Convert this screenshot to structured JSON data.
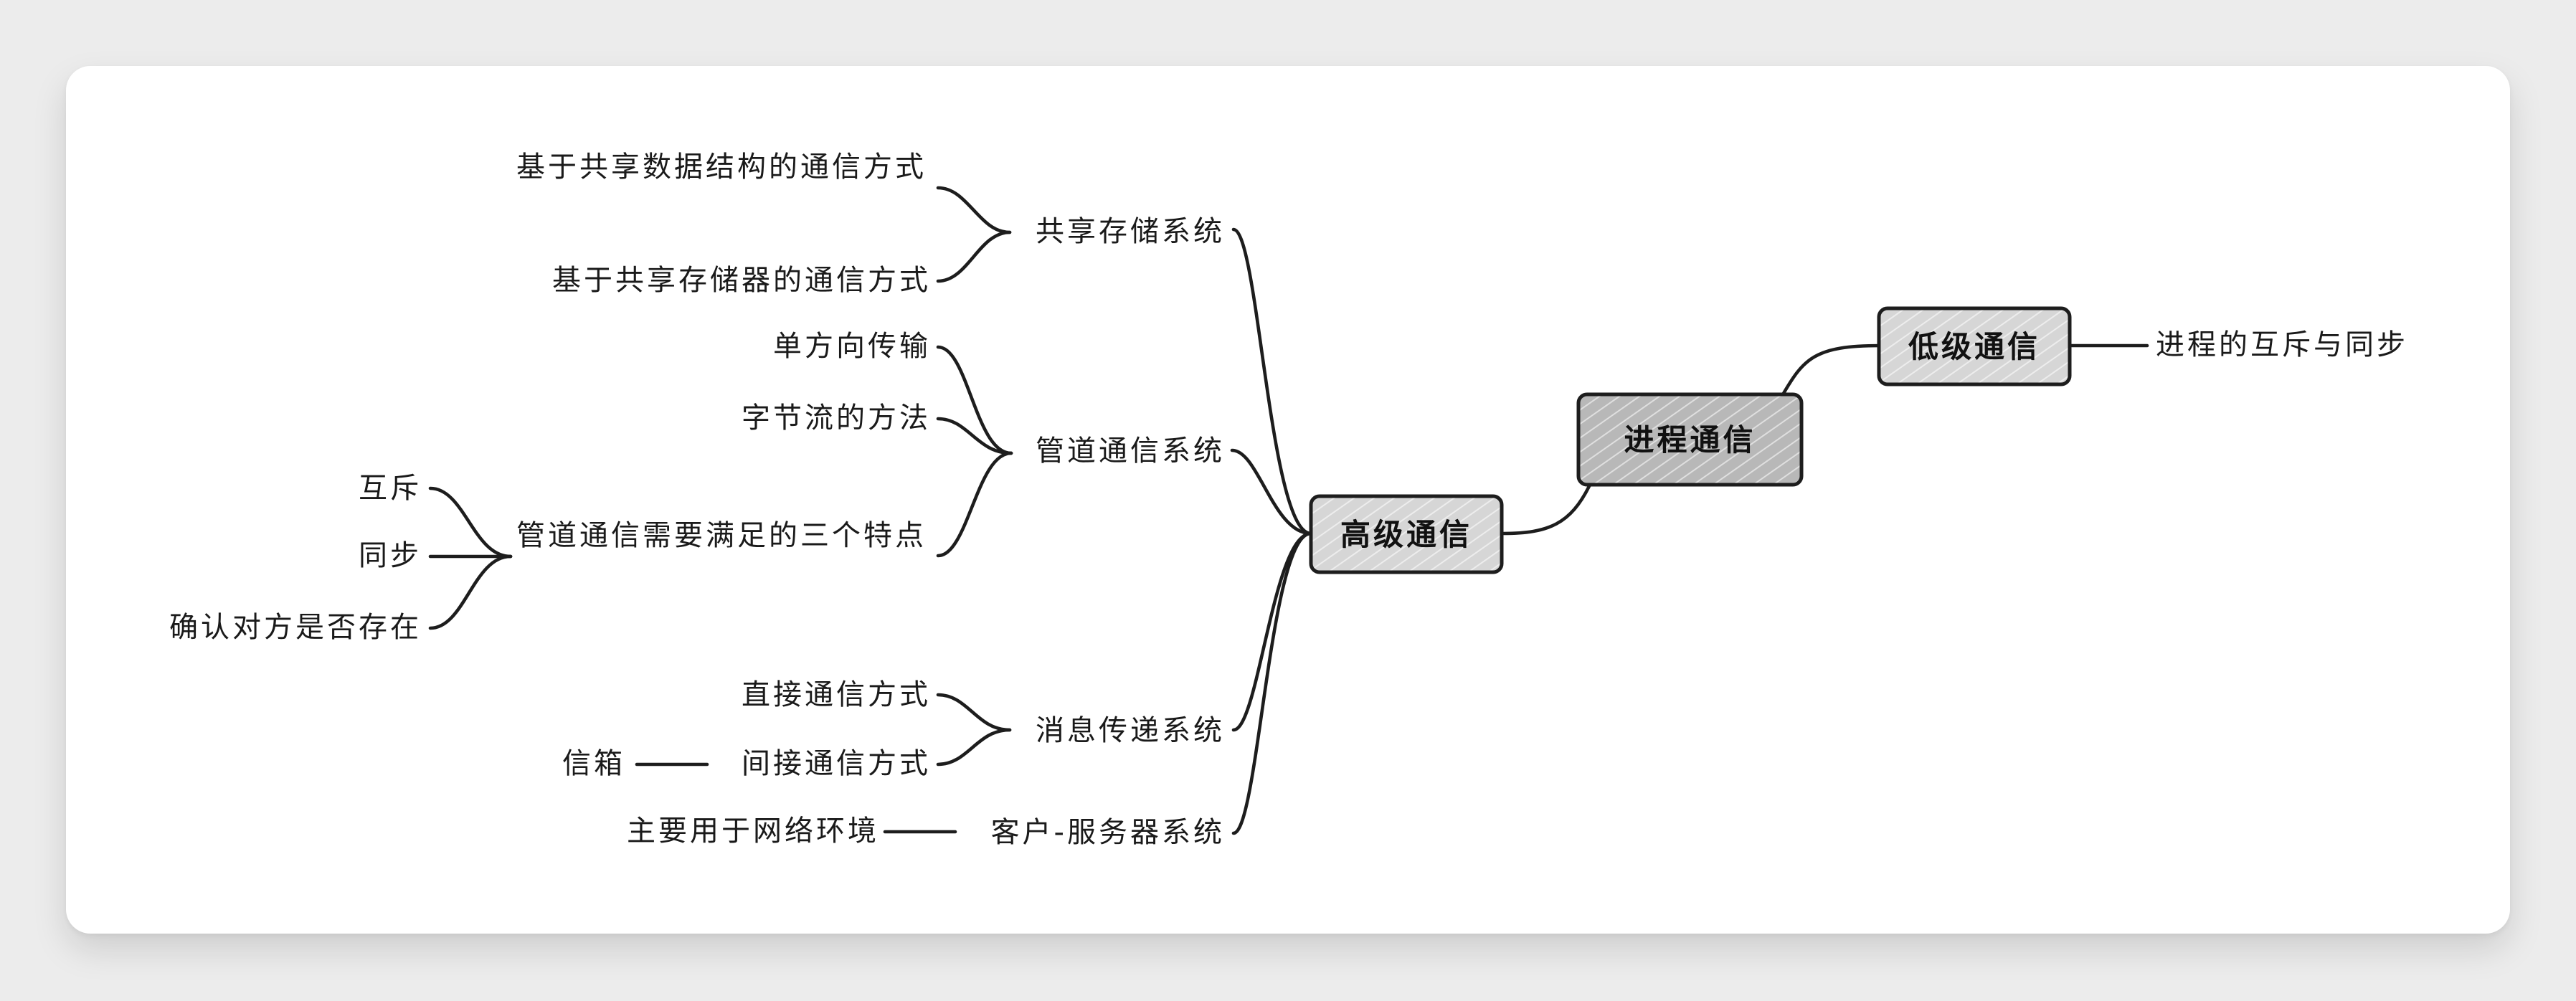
{
  "diagram": {
    "root": "进程通信",
    "low_level": {
      "label": "低级通信",
      "children": [
        "进程的互斥与同步"
      ]
    },
    "high_level": {
      "label": "高级通信",
      "shared_memory": {
        "label": "共享存储系统",
        "children": [
          "基于共享数据结构的通信方式",
          "基于共享存储器的通信方式"
        ]
      },
      "pipe": {
        "label": "管道通信系统",
        "children": [
          "单方向传输",
          "字节流的方法",
          "管道通信需要满足的三个特点"
        ],
        "requirements": [
          "互斥",
          "同步",
          "确认对方是否存在"
        ]
      },
      "message": {
        "label": "消息传递系统",
        "direct": "直接通信方式",
        "indirect": "间接通信方式",
        "mailbox": "信箱"
      },
      "client_server": {
        "label": "客户-服务器系统",
        "note": "主要用于网络环境"
      }
    }
  }
}
